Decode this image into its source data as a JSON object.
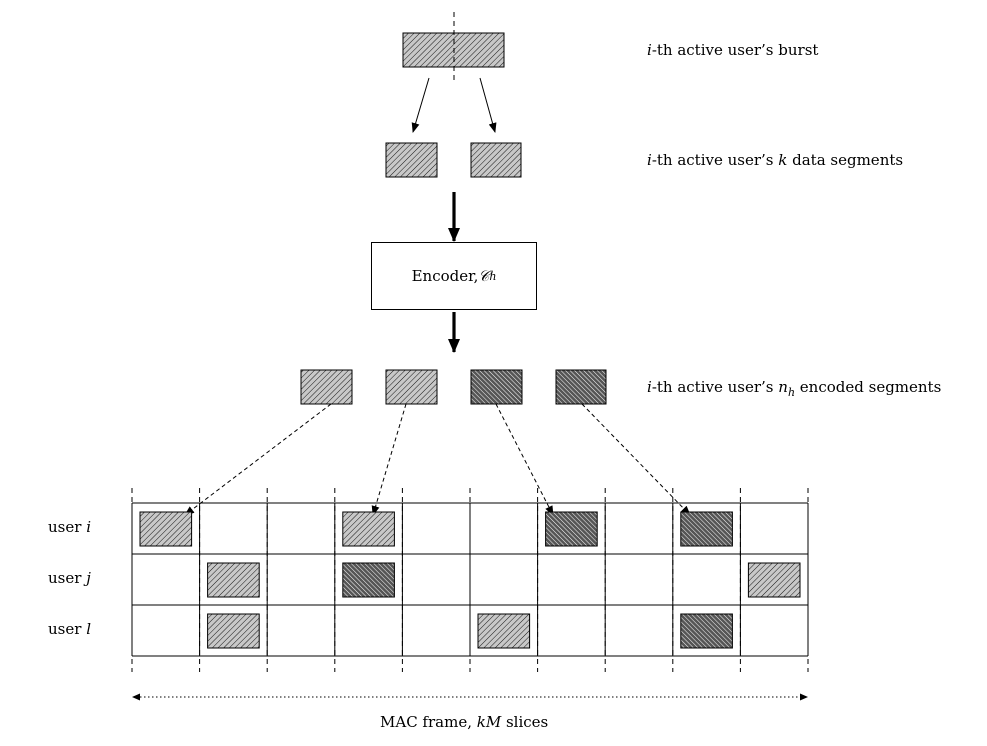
{
  "labels": {
    "burst_prefix": "i",
    "burst_text": "-th active user’s burst",
    "data_prefix": "i",
    "data_mid": "-th active user’s ",
    "data_k": "k",
    "data_suffix": " data segments",
    "enc_prefix": "i",
    "enc_mid": "-th active user’s ",
    "enc_n": "n",
    "enc_sub": "h",
    "enc_suffix": " encoded segments",
    "encoder_text": "Encoder, ",
    "encoder_symbol": "𝒞",
    "encoder_sub": "h",
    "frame_text": "MAC frame, ",
    "frame_km": "kM",
    "frame_suffix": " slices"
  },
  "users": [
    {
      "word": "user ",
      "name": "i"
    },
    {
      "word": "user ",
      "name": "j"
    },
    {
      "word": "user ",
      "name": "l"
    }
  ],
  "grid": {
    "slices": 10,
    "cells": [
      {
        "row": 0,
        "col": 0,
        "kind": "data"
      },
      {
        "row": 0,
        "col": 3,
        "kind": "data"
      },
      {
        "row": 0,
        "col": 6,
        "kind": "parity"
      },
      {
        "row": 0,
        "col": 8,
        "kind": "parity"
      },
      {
        "row": 1,
        "col": 1,
        "kind": "data"
      },
      {
        "row": 1,
        "col": 3,
        "kind": "parity"
      },
      {
        "row": 1,
        "col": 9,
        "kind": "data"
      },
      {
        "row": 2,
        "col": 1,
        "kind": "data"
      },
      {
        "row": 2,
        "col": 5,
        "kind": "data"
      },
      {
        "row": 2,
        "col": 8,
        "kind": "parity"
      }
    ]
  },
  "encoded_segments": [
    {
      "kind": "data",
      "target_col": 0
    },
    {
      "kind": "data",
      "target_col": 3
    },
    {
      "kind": "parity",
      "target_col": 6
    },
    {
      "kind": "parity",
      "target_col": 8
    }
  ],
  "colors": {
    "fill": "#c8c8c8",
    "hatch": "#000000",
    "parity_fill": "#707070"
  }
}
